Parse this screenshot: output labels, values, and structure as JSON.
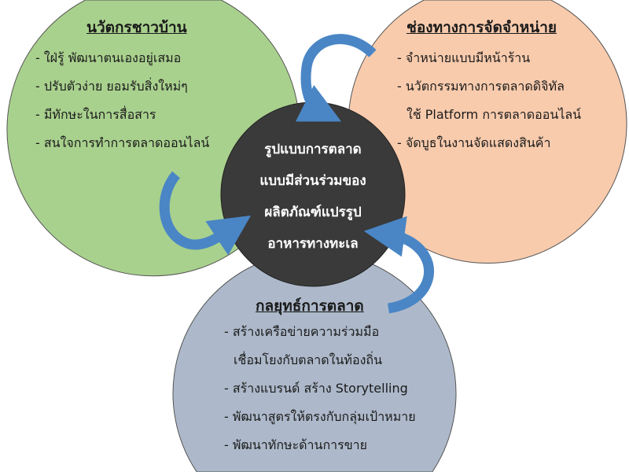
{
  "colors": {
    "community_circle": "#a9d18e",
    "channel_circle": "#f8cbad",
    "strategy_circle": "#adb9ca",
    "center_circle": "#3a3a3a",
    "arrow": "#4a86c5"
  },
  "center": {
    "lines": [
      "รูปแบบการตลาด",
      "แบบมีส่วนร่วมของ",
      "ผลิตภัณฑ์แปรรูป",
      "อาหารทางทะเล"
    ]
  },
  "community": {
    "title": "นวัตกรชาวบ้าน",
    "items": [
      "- ใฝ่รู้ พัฒนาตนเองอยู่เสมอ",
      "- ปรับตัวง่าย ยอมรับสิ่งใหม่ๆ",
      "- มีทักษะในการสื่อสาร",
      "- สนใจการทำการตลาดออนไลน์"
    ]
  },
  "channel": {
    "title": "ช่องทางการจัดจำหน่าย",
    "items": [
      "- จำหน่ายแบบมีหน้าร้าน",
      "- นวัตกรรมทางการตลาดดิจิทัล",
      "  ใช้ Platform การตลาดออนไลน์",
      "- จัดบูธในงานจัดแสดงสินค้า"
    ]
  },
  "strategy": {
    "title": "กลยุทธ์การตลาด",
    "items": [
      "- สร้างเครือข่ายความร่วมมือ",
      "  เชื่อมโยงกับตลาดในท้องถิ่น",
      "- สร้างแบรนด์ สร้าง Storytelling",
      "- พัฒนาสูตรให้ตรงกับกลุ่มเป้าหมาย",
      "- พัฒนาทักษะด้านการขาย"
    ]
  }
}
